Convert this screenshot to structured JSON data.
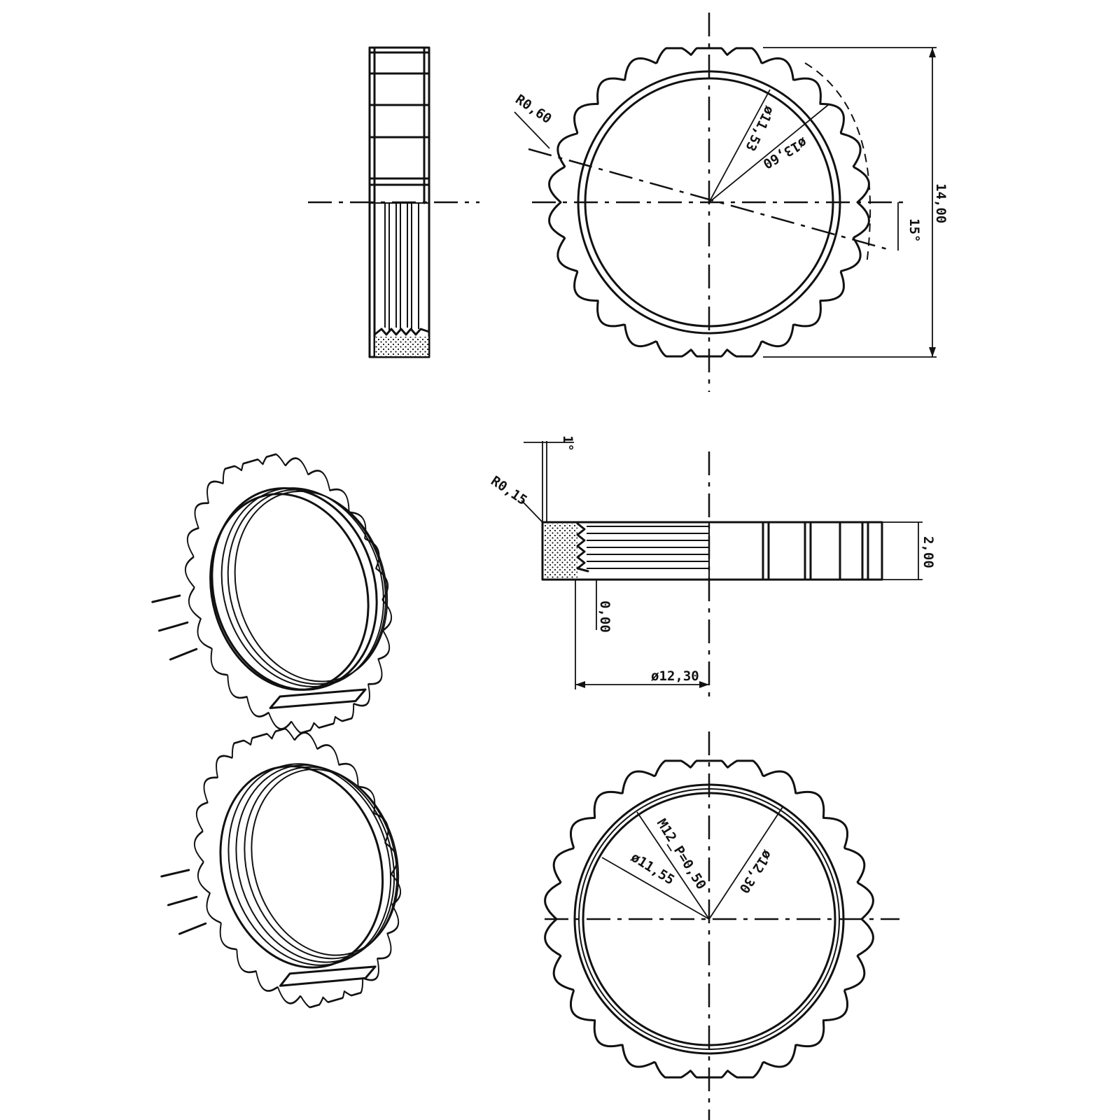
{
  "drawing": {
    "labels": {
      "r_060": "R0,60",
      "d_1153": "ø11,53",
      "d_1360": "ø13,60",
      "h_1400": "14,00",
      "angle_15": "15°",
      "angle_1": "1°",
      "r_015": "R0,15",
      "h_200": "2,00",
      "d_000": "0,00",
      "d_1230_section": "ø12,30",
      "d_1155": "ø11,55",
      "thread_m12": "M12_P=0,50",
      "d_1230_front": "ø12,30"
    }
  }
}
